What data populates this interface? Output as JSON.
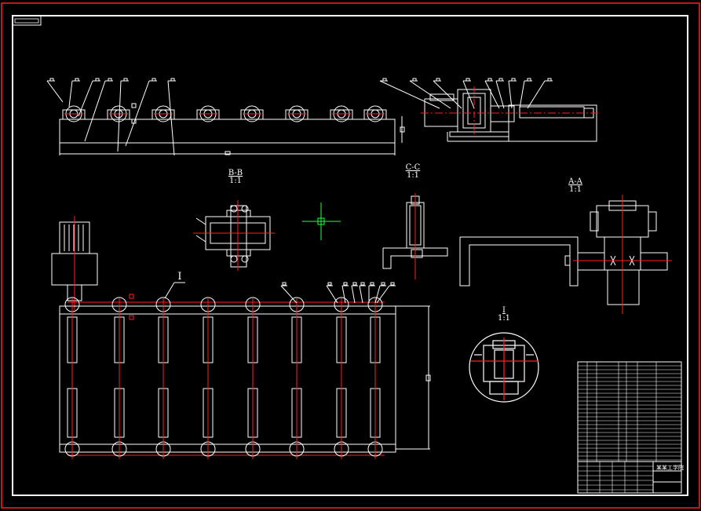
{
  "drawing": {
    "colors": {
      "background": "#000000",
      "line": "#ffffff",
      "centerline": "#ff2020",
      "crosshair": "#20ff40",
      "frame_outer": "#ff2020"
    },
    "sections": [
      {
        "id": "bb",
        "name": "B-B",
        "scale": "1:1"
      },
      {
        "id": "cc",
        "name": "C-C",
        "scale": "1:1"
      },
      {
        "id": "aa",
        "name": "A-A",
        "scale": "1:1"
      },
      {
        "id": "detail",
        "name": "I",
        "scale": "1:1"
      }
    ],
    "detail_callout": "I",
    "title_block": {
      "school": "某某工学院"
    }
  }
}
